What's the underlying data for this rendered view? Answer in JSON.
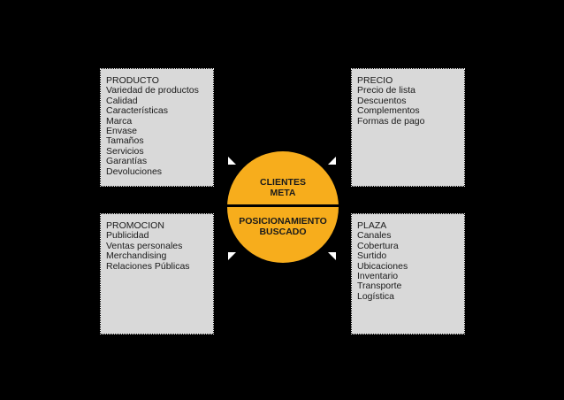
{
  "producto": {
    "title": "PRODUCTO",
    "items": [
      "Variedad de productos",
      "Calidad",
      "Características",
      "Marca",
      "Envase",
      "Tamaños",
      "Servicios",
      "Garantías",
      "Devoluciones"
    ]
  },
  "precio": {
    "title": "PRECIO",
    "items": [
      "Precio de lista",
      "Descuentos",
      "Complementos",
      "Formas de pago"
    ]
  },
  "promocion": {
    "title": "PROMOCION",
    "items": [
      "Publicidad",
      "Ventas personales",
      "Merchandising",
      "Relaciones Públicas"
    ]
  },
  "plaza": {
    "title": "PLAZA",
    "items": [
      "Canales",
      "Cobertura",
      "Surtido",
      "Ubicaciones",
      "Inventario",
      "Transporte",
      "Logística"
    ]
  },
  "center": {
    "top_line1": "CLIENTES",
    "top_line2": "META",
    "bottom_line1": "POSICIONAMIENTO",
    "bottom_line2": "BUSCADO"
  },
  "colors": {
    "background": "#000000",
    "box": "#d9d9d9",
    "circle": "#f7ad1c",
    "arrow": "#ffffff"
  }
}
